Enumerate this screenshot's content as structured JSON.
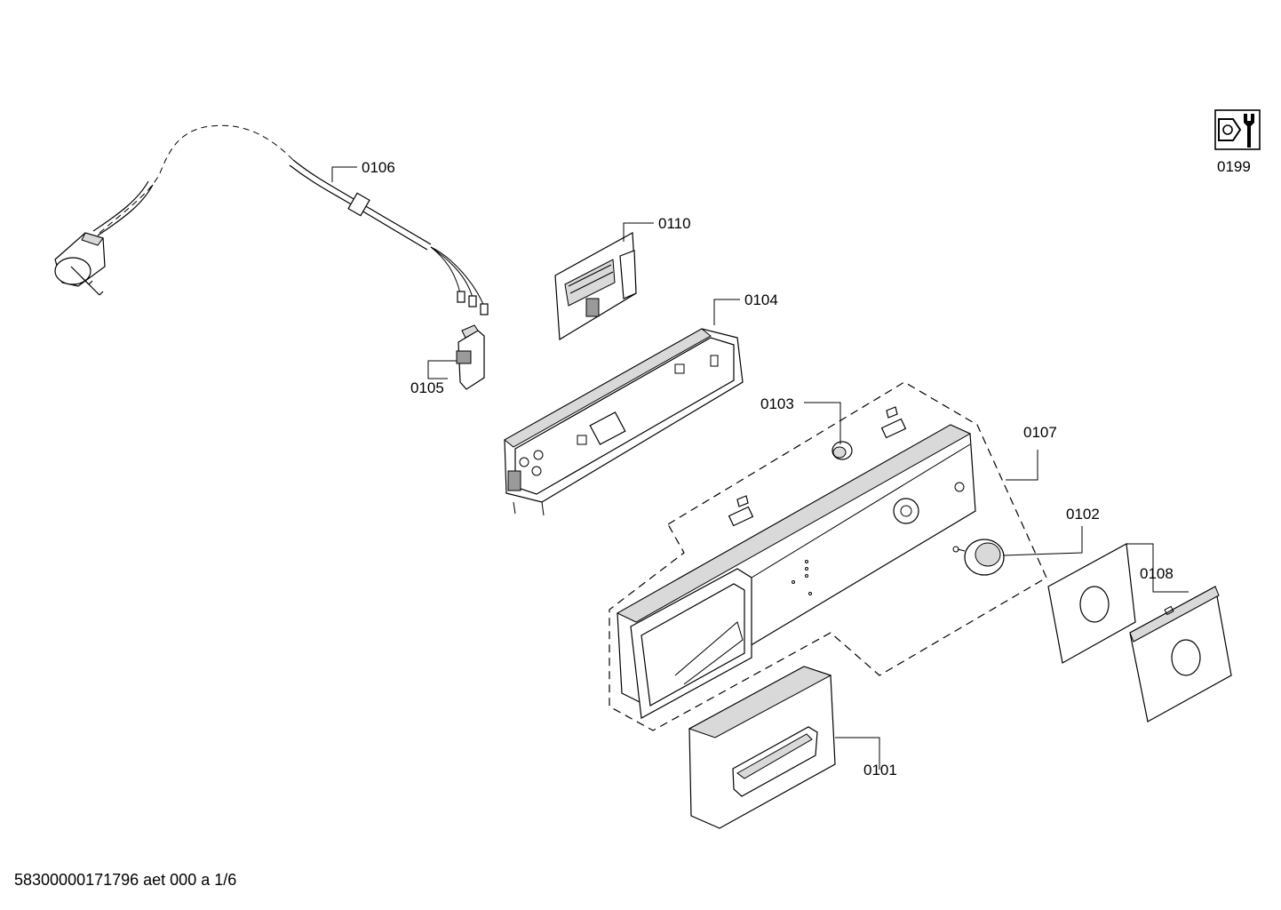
{
  "parts": [
    {
      "id": "p0106",
      "label": "0106"
    },
    {
      "id": "p0110",
      "label": "0110"
    },
    {
      "id": "p0104",
      "label": "0104"
    },
    {
      "id": "p0105",
      "label": "0105"
    },
    {
      "id": "p0103",
      "label": "0103"
    },
    {
      "id": "p0107",
      "label": "0107"
    },
    {
      "id": "p0102",
      "label": "0102"
    },
    {
      "id": "p0108",
      "label": "0108"
    },
    {
      "id": "p0101",
      "label": "0101"
    },
    {
      "id": "p0199",
      "label": "0199"
    }
  ],
  "footer": {
    "text": "58300000171796 aet 000 a 1/6"
  },
  "icons": {
    "service": "wrench-nut-icon"
  }
}
